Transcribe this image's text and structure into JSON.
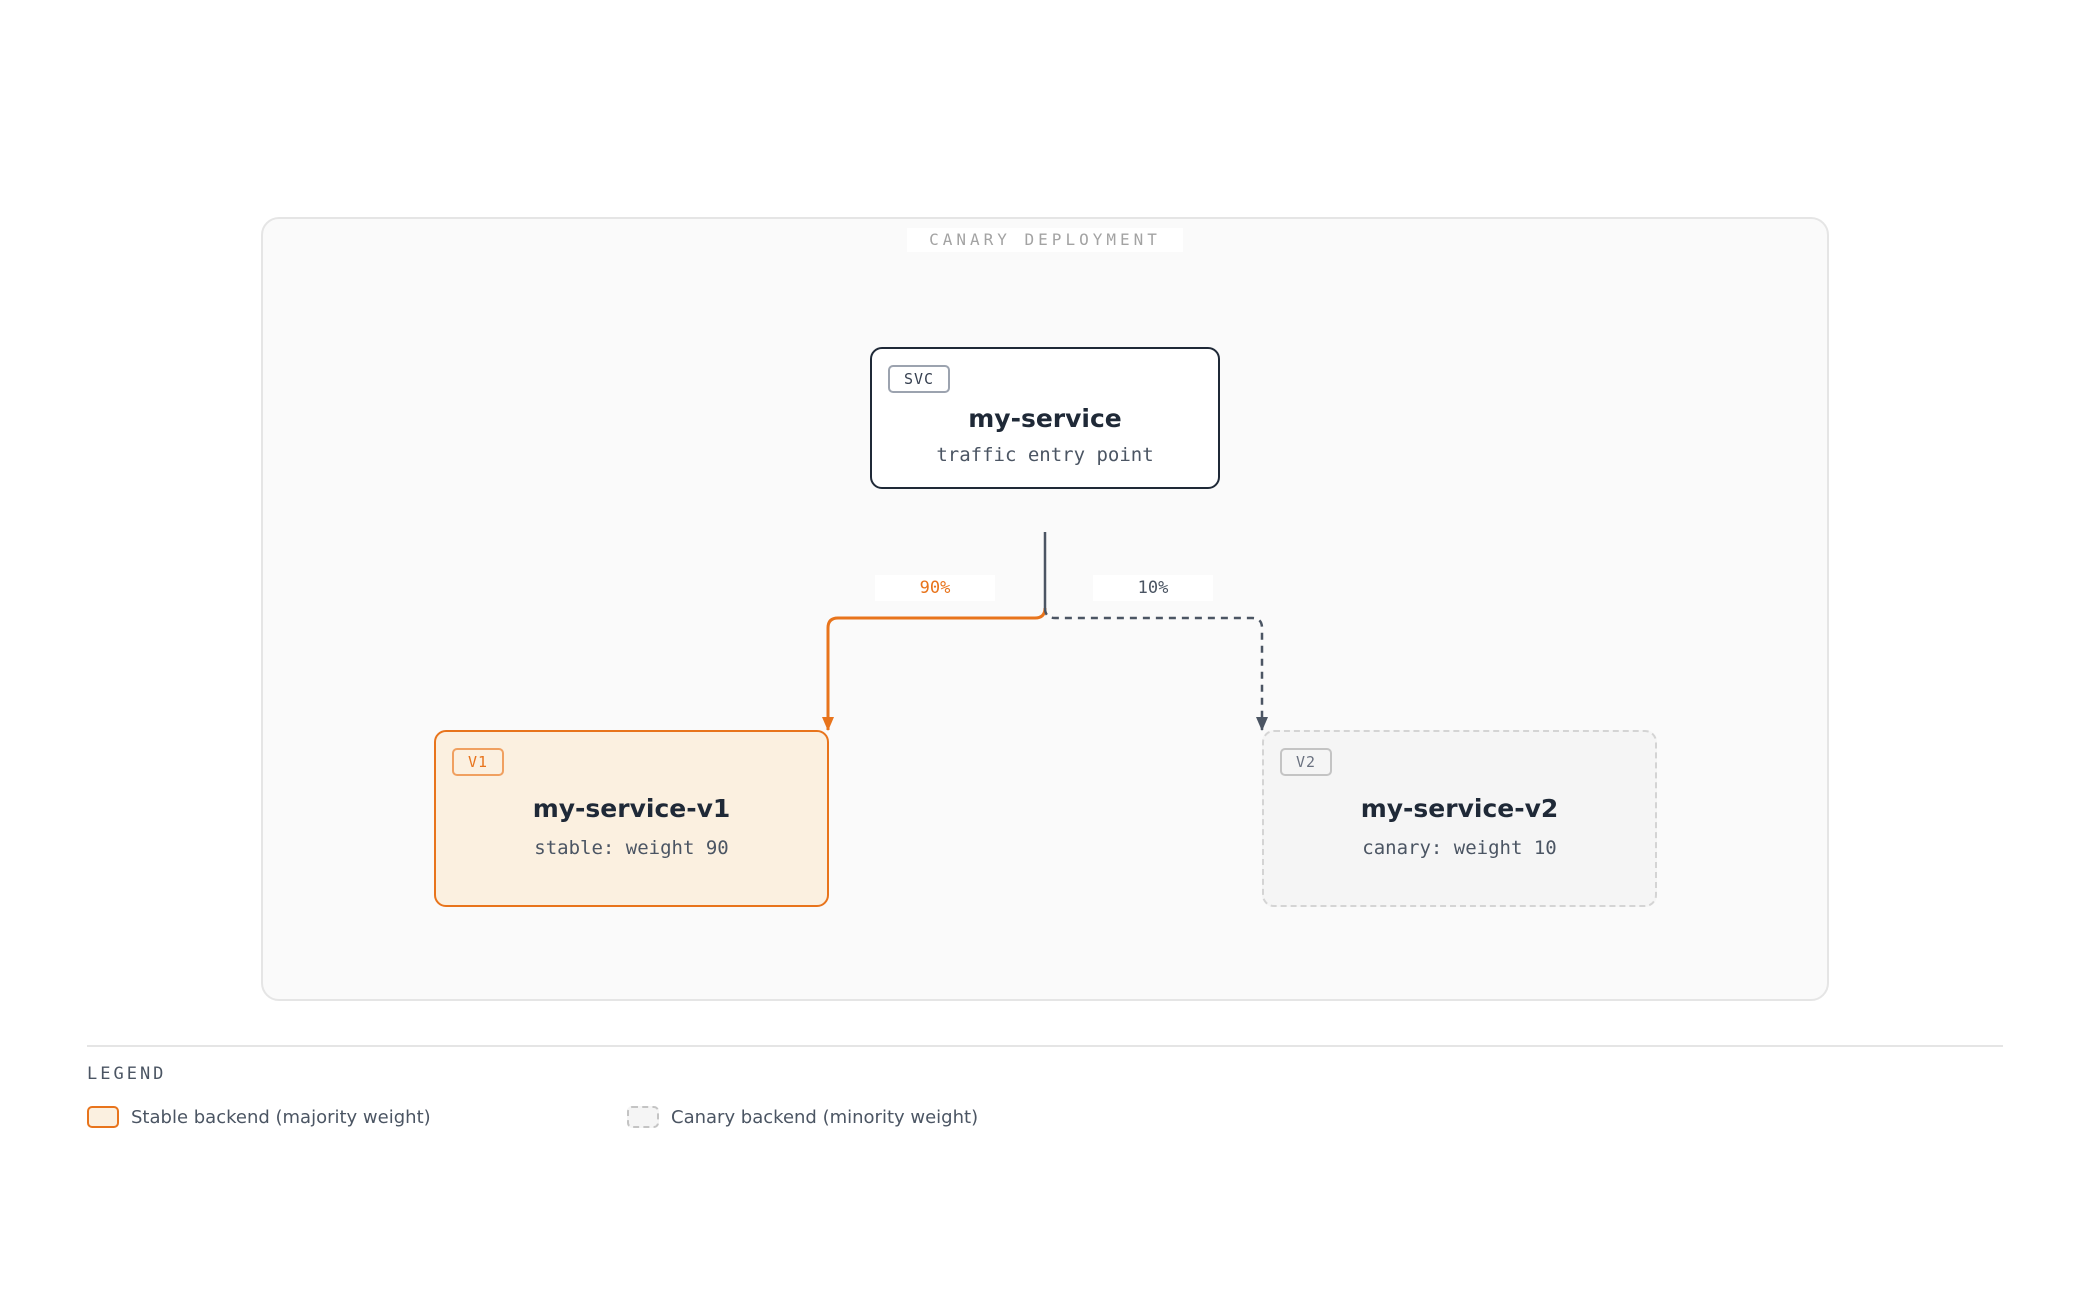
{
  "diagram": {
    "group_label": "CANARY DEPLOYMENT",
    "service": {
      "tag": "SVC",
      "name": "my-service",
      "description": "traffic entry point"
    },
    "stable": {
      "tag": "V1",
      "name": "my-service-v1",
      "description": "stable: weight 90",
      "traffic": "90%"
    },
    "canary": {
      "tag": "V2",
      "name": "my-service-v2",
      "description": "canary: weight 10",
      "traffic": "10%"
    }
  },
  "legend": {
    "title": "LEGEND",
    "items": [
      {
        "label": "Stable backend (majority weight)"
      },
      {
        "label": "Canary backend (minority weight)"
      }
    ]
  },
  "colors": {
    "stable_accent": "#e8741c",
    "stable_fill": "#fbf0e0",
    "canary_stroke": "#4b5563",
    "canary_fill": "#f5f5f5",
    "service_border": "#1f2937"
  }
}
